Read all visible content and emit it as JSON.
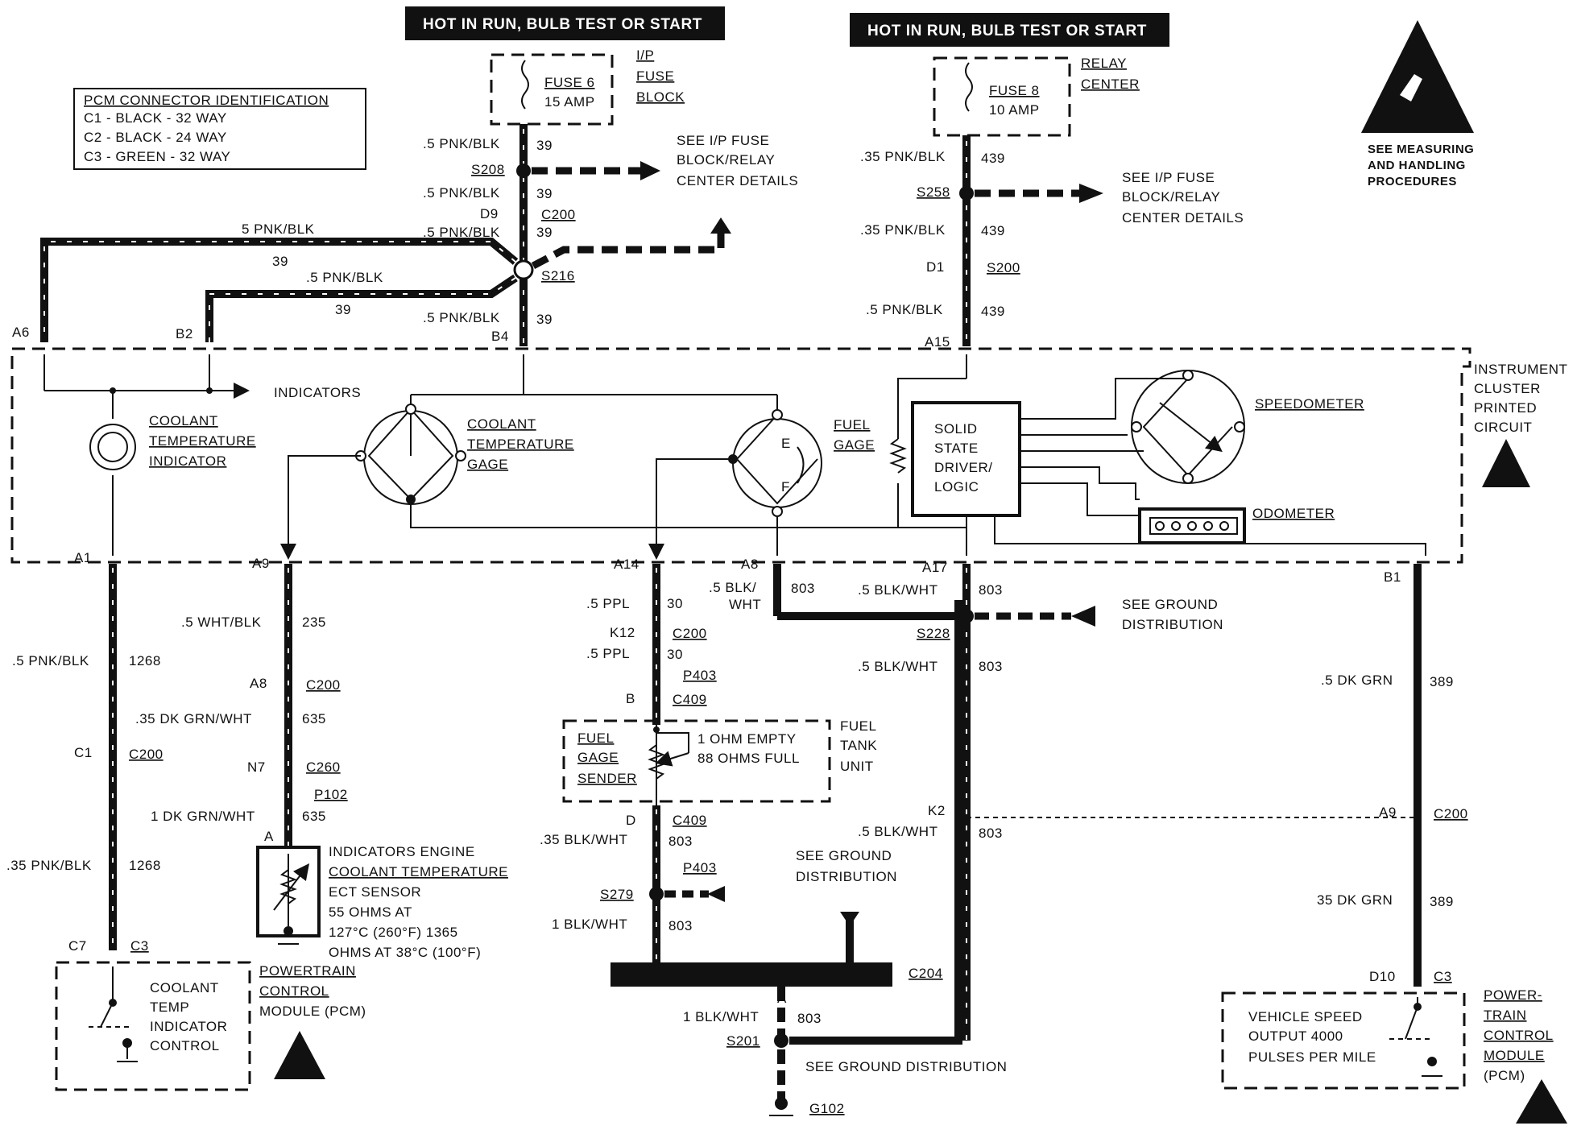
{
  "headers": {
    "left": "HOT IN RUN, BULB TEST OR START",
    "right": "HOT IN RUN, BULB TEST OR START"
  },
  "pcm_connector_box": {
    "title": "PCM CONNECTOR IDENTIFICATION",
    "lines": [
      "C1 - BLACK - 32 WAY",
      "C2 - BLACK - 24 WAY",
      "C3 - GREEN - 32 WAY"
    ]
  },
  "fuse6": {
    "name": "FUSE 6",
    "rating": "15 AMP",
    "block": [
      "I/P",
      "FUSE",
      "BLOCK"
    ]
  },
  "fuse8": {
    "name": "FUSE 8",
    "rating": "10 AMP",
    "block": [
      "RELAY",
      "CENTER"
    ]
  },
  "esd_notice": [
    "SEE MEASURING",
    "AND HANDLING",
    "PROCEDURES"
  ],
  "see_fuse_left": [
    "SEE I/P FUSE",
    "BLOCK/RELAY",
    "CENTER DETAILS"
  ],
  "see_fuse_right": [
    "SEE I/P FUSE",
    "BLOCK/RELAY",
    "CENTER DETAILS"
  ],
  "wires": {
    "pnk_blk_5": ".5 PNK/BLK",
    "pnk_blk_5b": "5 PNK/BLK",
    "pnk_blk_35": ".35 PNK/BLK",
    "c39": "39",
    "c439": "439",
    "wht_blk": ".5 WHT/BLK",
    "c235": "235",
    "c1268": "1268",
    "pnk_blk_35b": ".35 PNK/BLK",
    "dk_grn_wht_35": ".35 DK GRN/WHT",
    "c635": "635",
    "dk_grn_wht_1": "1 DK GRN/WHT",
    "ppl": ".5 PPL",
    "c30": "30",
    "blk_wht_5": ".5 BLK/",
    "blk_wht_5b": "WHT",
    "c803": "803",
    "blk_wht_5c": ".5 BLK/WHT",
    "blk_wht_35": ".35 BLK/WHT",
    "blk_wht_1": "1 BLK/WHT",
    "dk_grn_5": ".5 DK GRN",
    "dk_grn_35": "35 DK GRN",
    "c389": "389"
  },
  "splices": {
    "s208": "S208",
    "s216": "S216",
    "s258": "S258",
    "s228": "S228",
    "s279": "S279",
    "s201": "S201",
    "g102": "G102"
  },
  "connectors": {
    "c200": "C200",
    "s200": "S200",
    "c260": "C260",
    "p102": "P102",
    "p403": "P403",
    "c409": "C409",
    "c204": "C204",
    "c3": "C3"
  },
  "pins": {
    "d9": "D9",
    "d1": "D1",
    "a6": "A6",
    "b2": "B2",
    "b4": "B4",
    "a15": "A15",
    "a1": "A1",
    "a9": "A9",
    "a14": "A14",
    "a8": "A8",
    "a17": "A17",
    "b1": "B1",
    "a8b": "A8",
    "n7": "N7",
    "a": "A",
    "c1": "C1",
    "k12": "K12",
    "b": "B",
    "d": "D",
    "k2": "K2",
    "a9b": "A9",
    "c7": "C7",
    "d10": "D10",
    "a_g": "A"
  },
  "cluster": {
    "name": [
      "INSTRUMENT",
      "CLUSTER",
      "PRINTED",
      "CIRCUIT"
    ],
    "indicators": "INDICATORS",
    "coolant_indicator": [
      "COOLANT",
      "TEMPERATURE",
      "INDICATOR"
    ],
    "coolant_gage": [
      "COOLANT",
      "TEMPERATURE",
      "GAGE"
    ],
    "fuel_gage": [
      "FUEL",
      "GAGE"
    ],
    "fuel_e": "E",
    "fuel_f": "F",
    "driver": [
      "SOLID",
      "STATE",
      "DRIVER/",
      "LOGIC"
    ],
    "speedometer": "SPEEDOMETER",
    "odometer": "ODOMETER"
  },
  "ground_dist": [
    "SEE GROUND",
    "DISTRIBUTION"
  ],
  "ground_dist2": [
    "SEE GROUND",
    "DISTRIBUTION"
  ],
  "ground_dist3": "SEE GROUND DISTRIBUTION",
  "fuel_sender": {
    "name": [
      "FUEL",
      "GAGE",
      "SENDER"
    ],
    "spec": [
      "1 OHM EMPTY",
      "88 OHMS FULL"
    ],
    "unit": [
      "FUEL",
      "TANK",
      "UNIT"
    ]
  },
  "ect_sensor": [
    "INDICATORS ENGINE",
    "COOLANT TEMPERATURE",
    "ECT SENSOR",
    "55 OHMS AT",
    "127°C (260°F) 1365",
    "OHMS AT 38°C (100°F)"
  ],
  "pcm_left": {
    "inner": [
      "COOLANT",
      "TEMP",
      "INDICATOR",
      "CONTROL"
    ],
    "name": [
      "POWERTRAIN",
      "CONTROL",
      "MODULE (PCM)"
    ]
  },
  "pcm_right": {
    "inner": [
      "VEHICLE SPEED",
      "OUTPUT 4000",
      "PULSES PER MILE"
    ],
    "name": [
      "POWER-",
      "TRAIN",
      "CONTROL",
      "MODULE",
      "(PCM)"
    ]
  }
}
